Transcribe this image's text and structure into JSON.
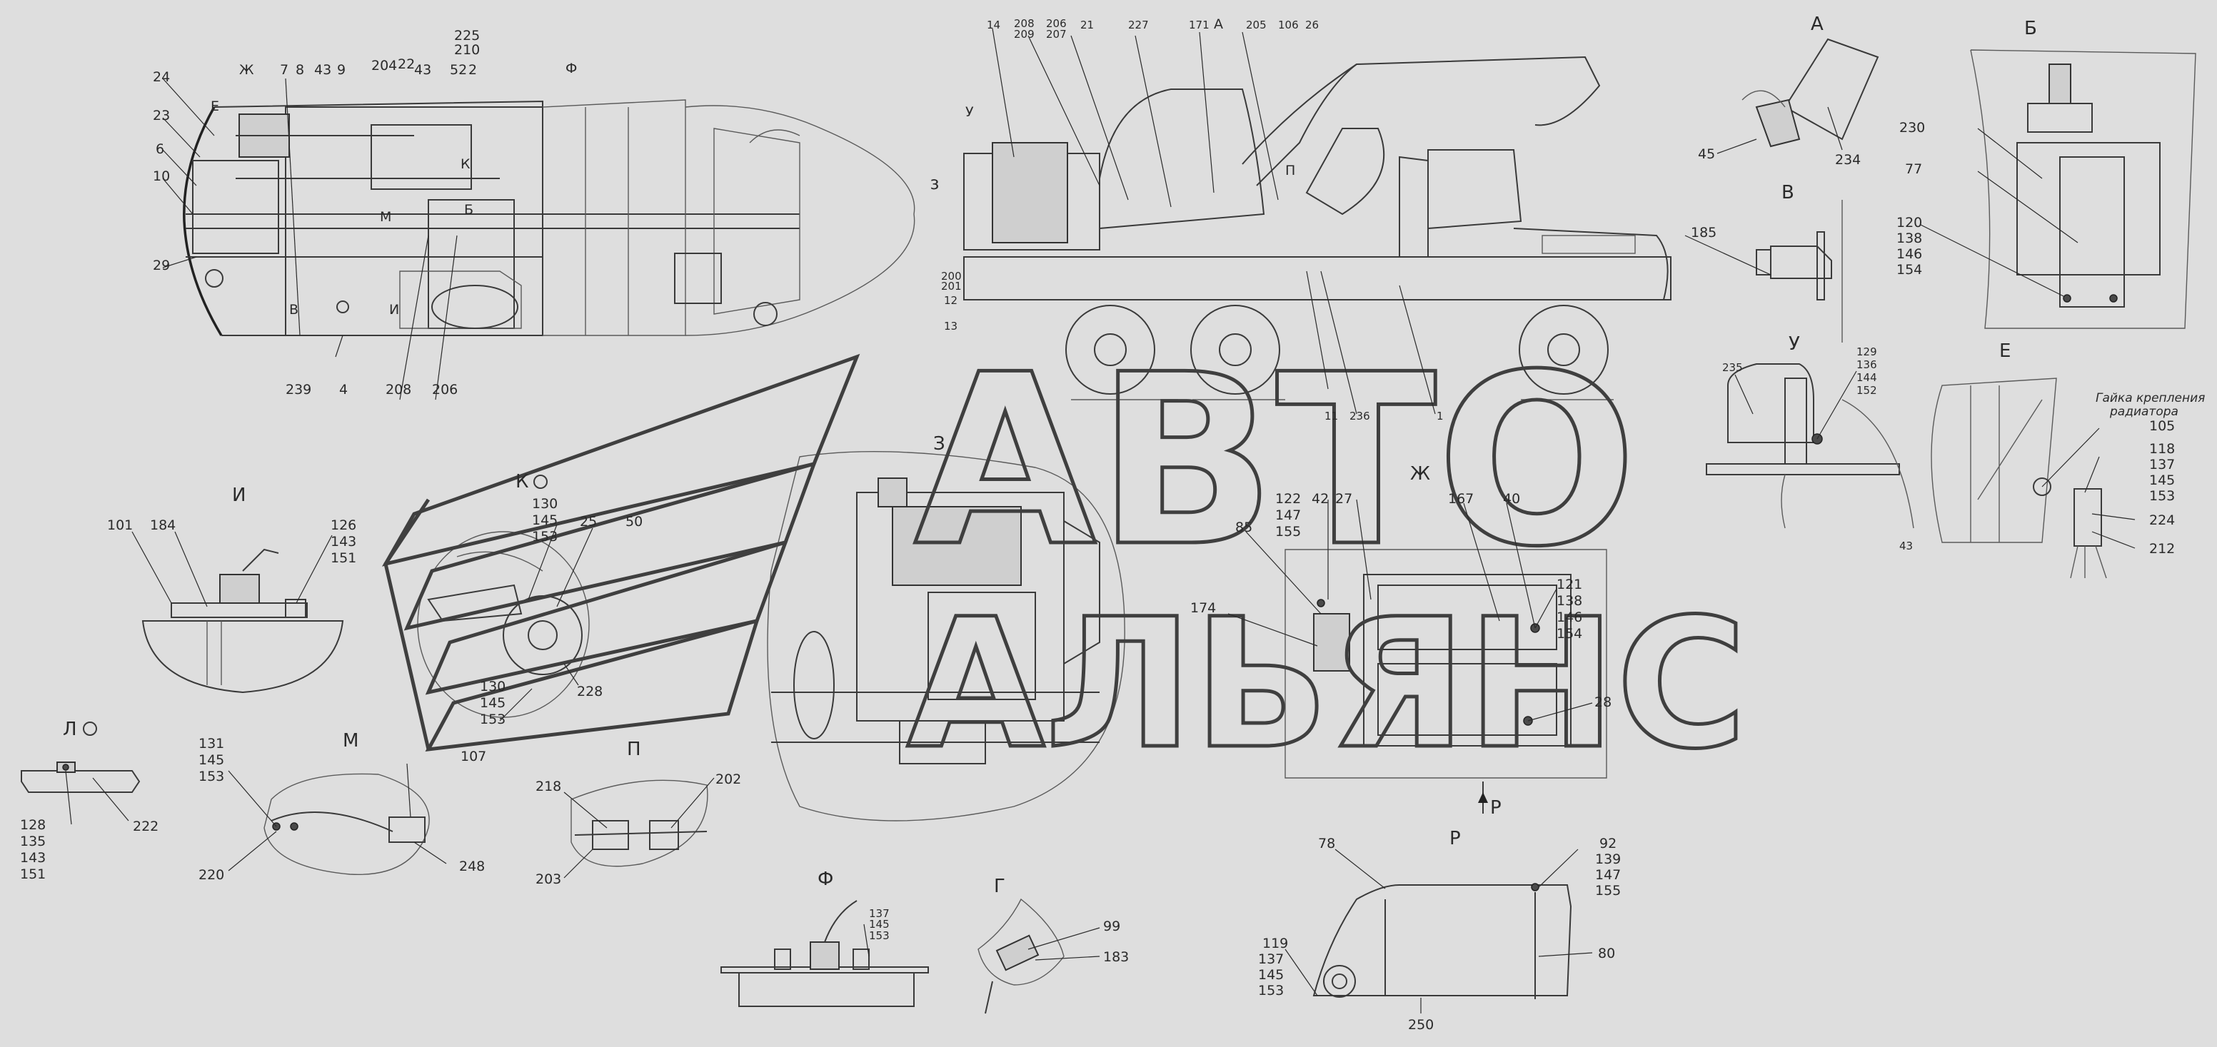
{
  "watermark": {
    "line1": "АВТО",
    "line2": "АЛЬЯНС"
  },
  "views": {
    "A": "А",
    "B": "Б",
    "V": "В",
    "U": "У",
    "E": "Е",
    "I": "И",
    "K": "К",
    "L": "Л",
    "M": "М",
    "P": "П",
    "Z": "З",
    "ZH": "Ж",
    "R": "Р",
    "F": "Ф",
    "G": "Г",
    "arrow_R": "Р",
    "arrow_Z": "З"
  },
  "note_E": {
    "line1": "Гайка крепления",
    "line2": "радиатора"
  },
  "labels": {
    "l24": "24",
    "l23": "23",
    "l6": "6",
    "l10": "10",
    "l29": "29",
    "lE": "Е",
    "lZh": "Ж",
    "l7": "7",
    "l8": "8",
    "l43a": "43",
    "l9": "9",
    "l204": "204",
    "l22": "22",
    "l43b": "43",
    "l225": "225",
    "l210": "210",
    "l52": "52",
    "l2": "2",
    "lF": "Ф",
    "lK": "К",
    "lM": "М",
    "lB": "Б",
    "lV": "В",
    "lI": "И",
    "l239": "239",
    "l4": "4",
    "l208": "208",
    "l206": "206",
    "r14": "14",
    "r208": "208",
    "r209": "209",
    "r206": "206",
    "r207": "207",
    "r21": "21",
    "r227": "227",
    "r171": "171",
    "rA": "А",
    "r205": "205",
    "r106": "106",
    "r26": "26",
    "rU": "У",
    "r3": "3",
    "rP": "П",
    "r200": "200",
    "r201": "201",
    "r12": "12",
    "r13": "13",
    "r11": "11",
    "r236": "236",
    "r1": "1",
    "a45": "45",
    "a234": "234",
    "b230": "230",
    "b77": "77",
    "b120": "120",
    "b138": "138",
    "b146": "146",
    "b154": "154",
    "v185": "185",
    "u235": "235",
    "u129": "129",
    "u136": "136",
    "u144": "144",
    "u152": "152",
    "u43": "43",
    "e105": "105",
    "e118": "118",
    "e137": "137",
    "e145": "145",
    "e153": "153",
    "e224": "224",
    "e212": "212",
    "i101": "101",
    "i184": "184",
    "i126": "126",
    "i143": "143",
    "i151": "151",
    "k130": "130",
    "k145": "145",
    "k153": "153",
    "k25": "25",
    "k50": "50",
    "k130b": "130",
    "k145b": "145",
    "k153b": "153",
    "k228": "228",
    "zh122": "122",
    "zh147": "147",
    "zh155": "155",
    "zh42": "42",
    "zh27": "27",
    "zh85": "85",
    "zh174": "174",
    "zh167": "167",
    "zh40": "40",
    "zh121": "121",
    "zh138": "138",
    "zh146": "146",
    "zh154": "154",
    "zh28": "28",
    "l128": "128",
    "l135": "135",
    "l143": "143",
    "l151": "151",
    "l222": "222",
    "m131": "131",
    "m145": "145",
    "m153": "153",
    "m107": "107",
    "m220": "220",
    "m248": "248",
    "p218": "218",
    "p202": "202",
    "p203": "203",
    "f137": "137",
    "f145": "145",
    "f153": "153",
    "g99": "99",
    "g183": "183",
    "r78": "78",
    "r92": "92",
    "r139": "139",
    "r147": "147",
    "r155": "155",
    "r119": "119",
    "r137": "137",
    "r145": "145",
    "r153": "153",
    "r80": "80",
    "r250": "250"
  }
}
